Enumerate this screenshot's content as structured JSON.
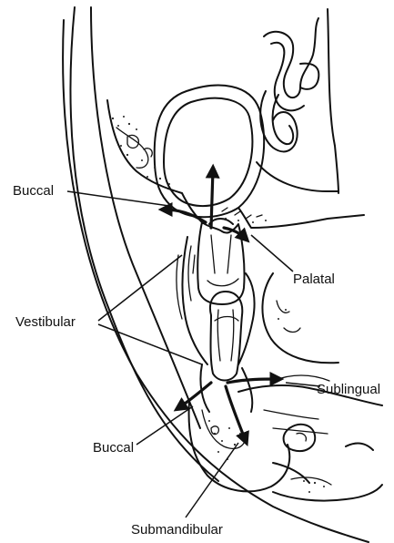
{
  "figure": {
    "labels": {
      "buccal_upper": "Buccal",
      "palatal": "Palatal",
      "vestibular": "Vestibular",
      "sublingual": "Sublingual",
      "buccal_lower": "Buccal",
      "submandibular": "Submandibular"
    },
    "colors": {
      "ink": "#111111",
      "paper": "#ffffff"
    },
    "icons": [
      "arrow-icon"
    ]
  }
}
